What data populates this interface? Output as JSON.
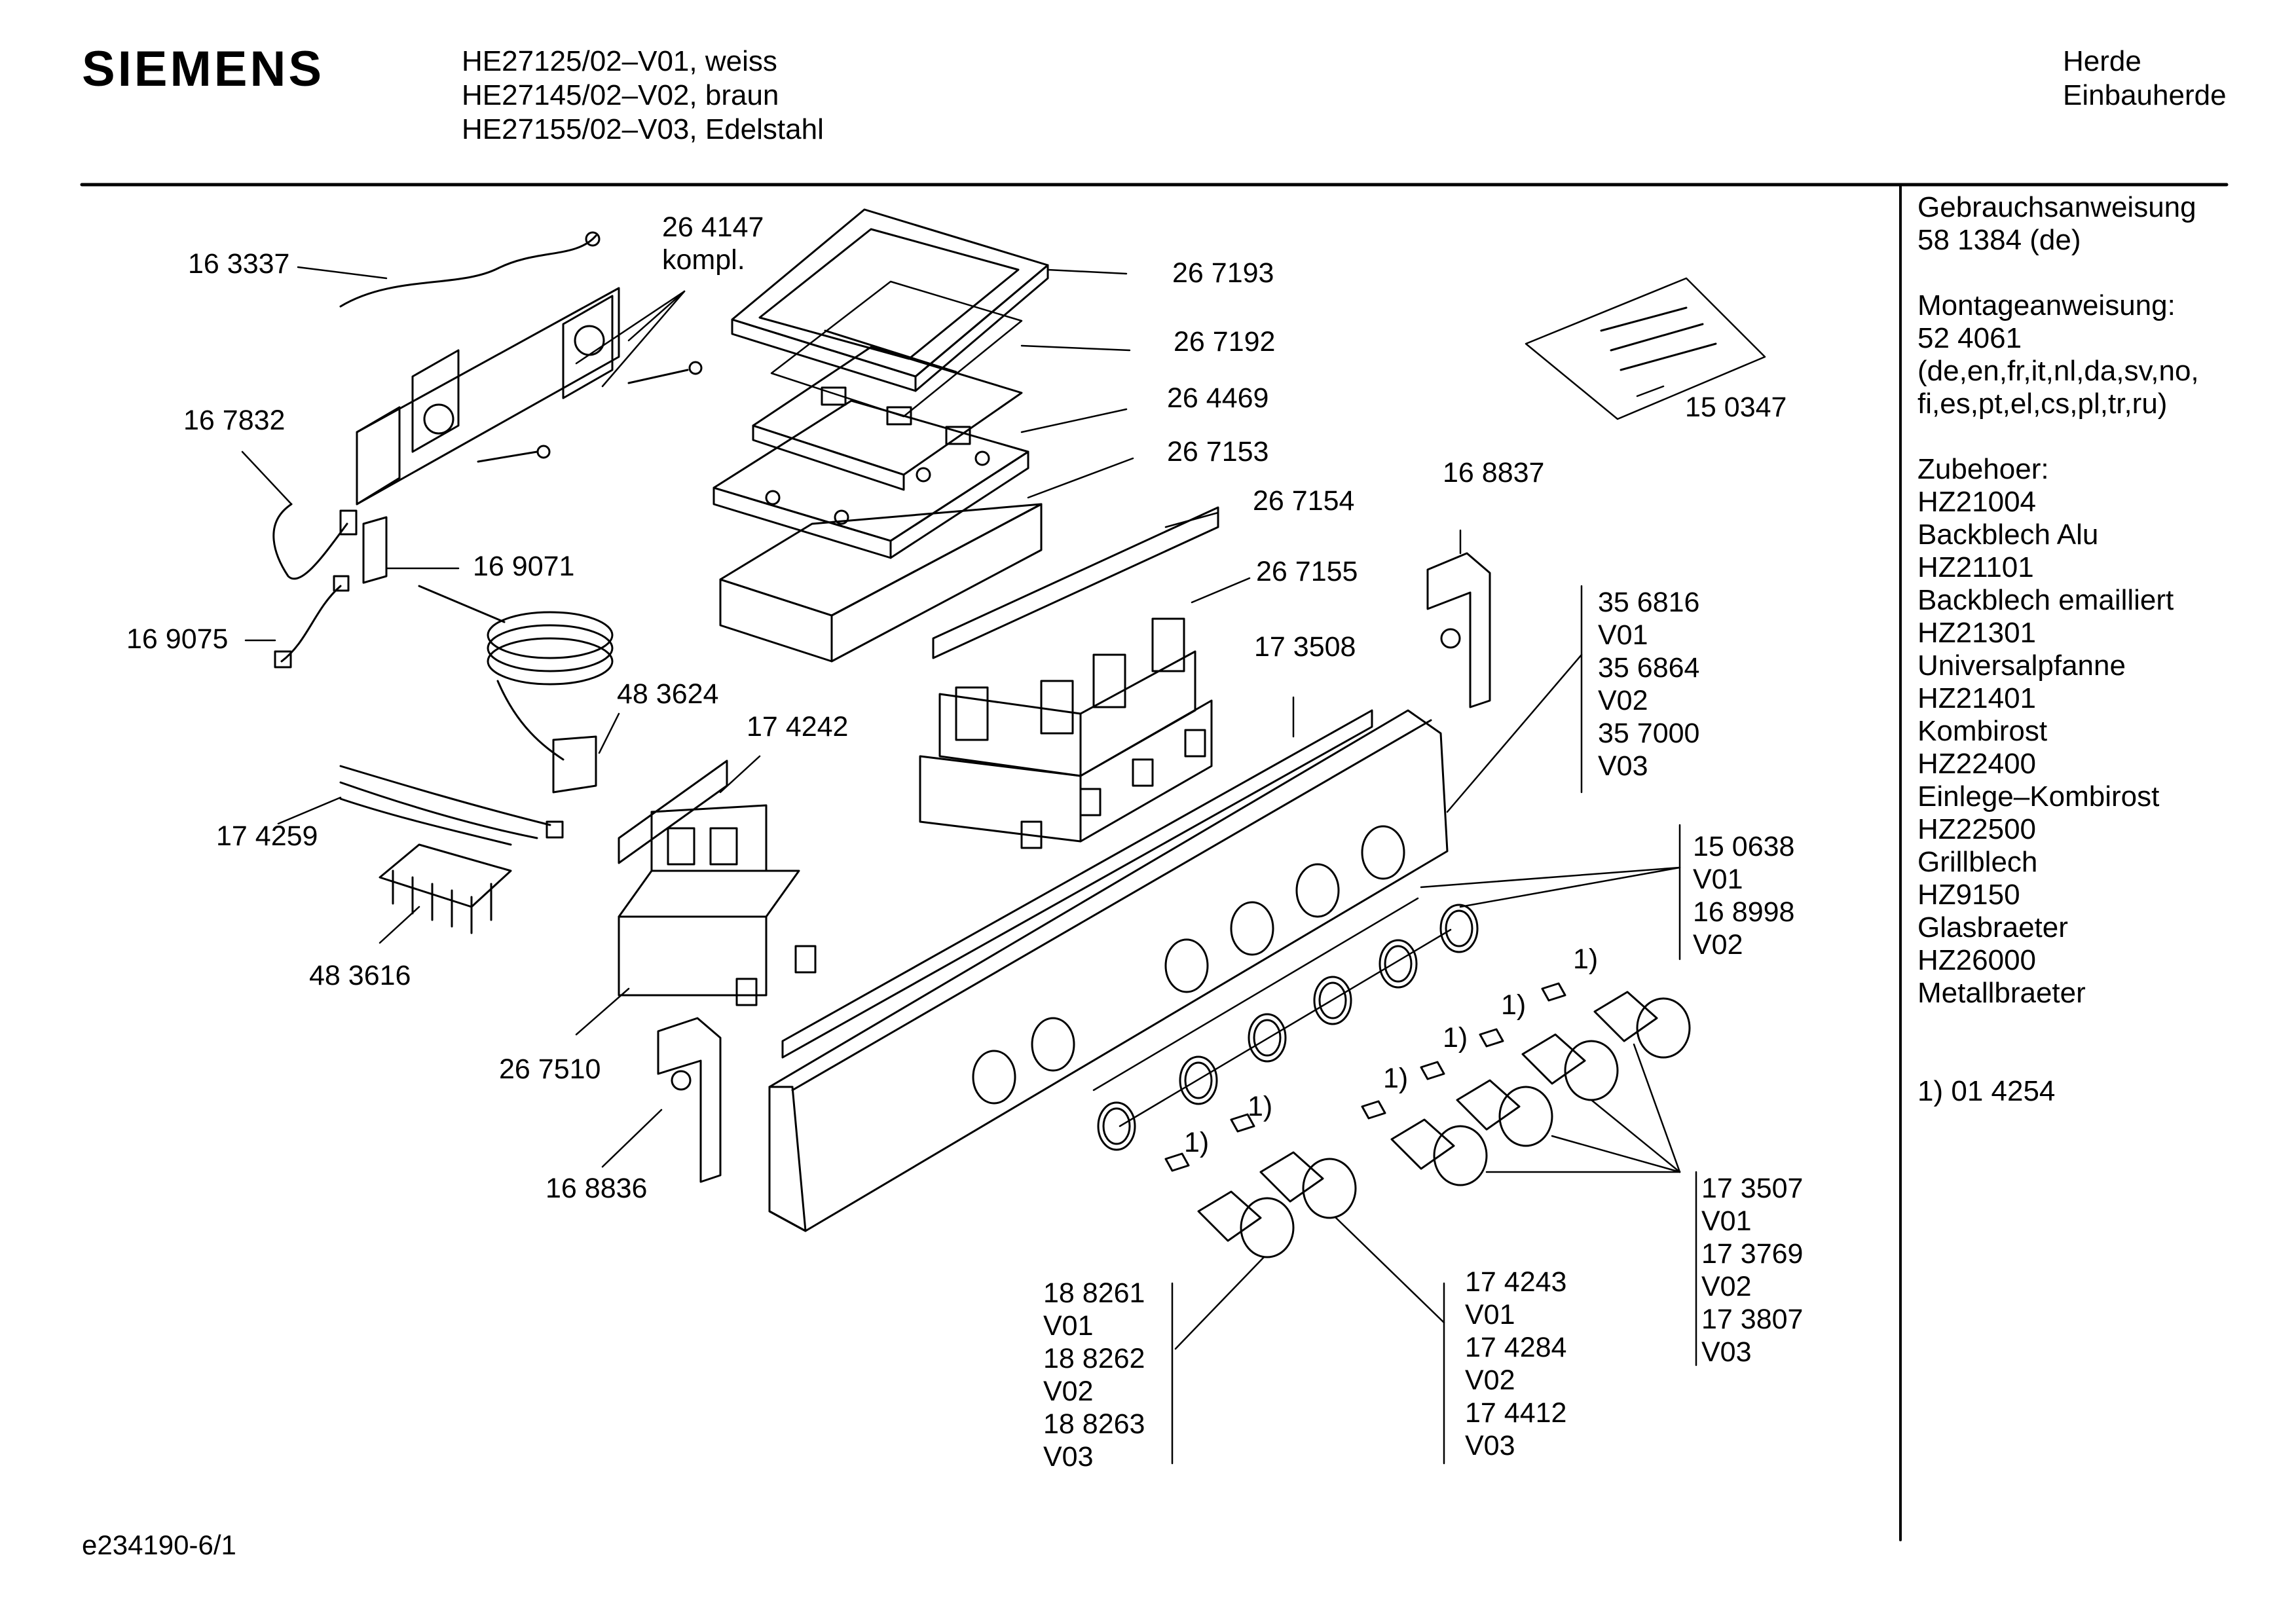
{
  "brand": "SIEMENS",
  "models": [
    "HE27125/02–V01, weiss",
    "HE27145/02–V02, braun",
    "HE27155/02–V03, Edelstahl"
  ],
  "category": [
    "Herde",
    "Einbauherde"
  ],
  "sidebar": {
    "lines": [
      "Gebrauchsanweisung",
      "58 1384 (de)",
      "",
      "Montageanweisung:",
      "52 4061",
      "(de,en,fr,it,nl,da,sv,no,",
      "fi,es,pt,el,cs,pl,tr,ru)",
      "",
      "Zubehoer:",
      "HZ21004",
      "Backblech Alu",
      "HZ21101",
      "Backblech emailliert",
      "HZ21301",
      "Universalpfanne",
      "HZ21401",
      "Kombirost",
      "HZ22400",
      "Einlege–Kombirost",
      "HZ22500",
      "Grillblech",
      "HZ9150",
      "Glasbraeter",
      "HZ26000",
      "Metallbraeter",
      "",
      "",
      "1) 01 4254"
    ]
  },
  "parts": {
    "p163337": [
      "16 3337"
    ],
    "p264147": [
      "26 4147",
      "kompl."
    ],
    "p267193": [
      "26 7193"
    ],
    "p267192": [
      "26 7192"
    ],
    "p264469": [
      "26 4469"
    ],
    "p267153": [
      "26 7153"
    ],
    "p167832": [
      "16 7832"
    ],
    "p169071": [
      "16 9071"
    ],
    "p169075": [
      "16 9075"
    ],
    "p267154": [
      "26 7154"
    ],
    "p267155": [
      "26 7155"
    ],
    "p173508": [
      "17 3508"
    ],
    "p483624": [
      "48 3624"
    ],
    "p174242": [
      "17 4242"
    ],
    "p174259": [
      "17 4259"
    ],
    "p483616": [
      "48 3616"
    ],
    "p267510": [
      "26 7510"
    ],
    "p168836": [
      "16 8836"
    ],
    "p150347": [
      "15 0347"
    ],
    "p168837": [
      "16 8837"
    ],
    "p356816": [
      "35 6816",
      "V01",
      "35 6864",
      "V02",
      "35 7000",
      "V03"
    ],
    "p150638": [
      "15 0638",
      "V01",
      "16 8998",
      "V02"
    ],
    "p173507": [
      "17 3507",
      "V01",
      "17 3769",
      "V02",
      "17 3807",
      "V03"
    ],
    "p188261": [
      "18 8261",
      "V01",
      "18 8262",
      "V02",
      "18 8263",
      "V03"
    ],
    "p174243": [
      "17 4243",
      "V01",
      "17 4284",
      "V02",
      "17 4412",
      "V03"
    ]
  },
  "footnote_marker": "1)",
  "drawing_id": "e234190-6/1"
}
